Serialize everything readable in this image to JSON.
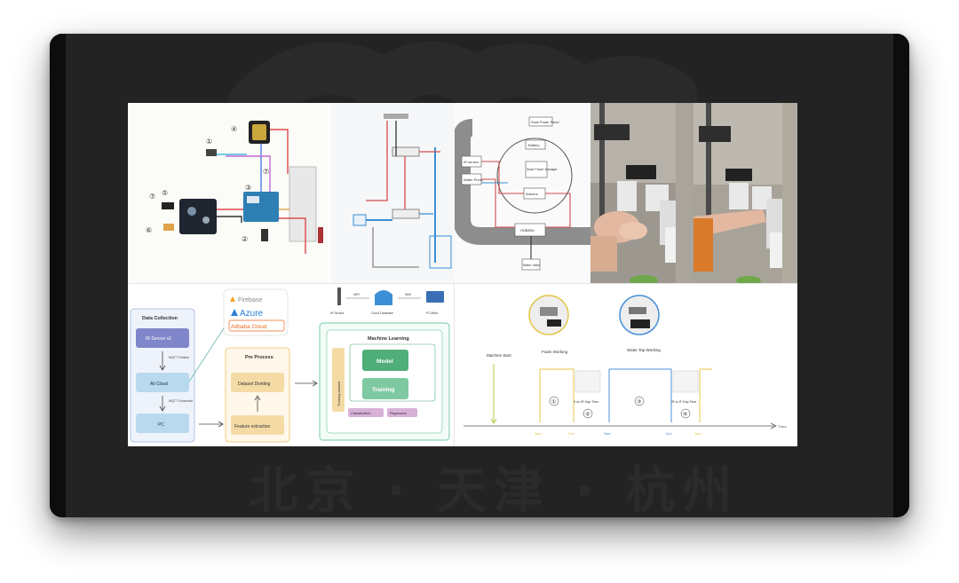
{
  "watermark": "北京 · 天津 · 杭州",
  "circuit": {
    "callouts": [
      "①",
      "②",
      "③",
      "④",
      "⑤",
      "⑥",
      "⑦",
      "⑦"
    ]
  },
  "block": {
    "labels": [
      "Solar Power Panel",
      "Battery",
      "Solar Power Manager",
      "IR sensor",
      "Water Pump",
      "Arduino",
      "Arduino",
      "Water Valve"
    ]
  },
  "cloud": {
    "services": [
      "Firebase",
      "Azure",
      "Alibaba Cloud"
    ]
  },
  "flow": {
    "data_collection": "Data Collection",
    "nodes": [
      "IR Sensor x2",
      "Ali Cloud",
      "PC"
    ],
    "arrows": [
      "MQTT Publish",
      "MQTT Subscribe"
    ],
    "preprocess": "Pre Process",
    "pre_nodes": [
      "Dataset Dividing",
      "Feature extraction"
    ],
    "ml_title": "Machine Learning",
    "training_dataset": "Training dataset",
    "model": "Model",
    "training": "Training",
    "tags": [
      "Classification",
      "Regression"
    ],
    "pipeline": [
      "IR Sensor",
      "Cloud Database",
      "PC/Web"
    ],
    "pipeline_links": [
      "WiFi",
      "Web"
    ]
  },
  "timing": {
    "labels": [
      "Machine Start",
      "Foam Working",
      "Water Tap Working"
    ],
    "gaps": [
      "If no IR Gap Time",
      "IR to IF Gap Time"
    ],
    "steps": [
      "①",
      "②",
      "③",
      "④"
    ],
    "ticks": [
      "Start",
      "End",
      "Start",
      "End",
      "Start"
    ],
    "axis": "T/sec"
  },
  "colors": {
    "screen": "#232323",
    "cloud_blue": "#2b7fd9",
    "firebase_orange": "#f4a020",
    "alibaba_orange": "#f06a20",
    "sensor_block": "#7f86c9",
    "cloud_block": "#b9d9ef",
    "pc_block": "#b9d9ef",
    "pre_block": "#f4dba6",
    "model_green": "#4fae79",
    "ml_border": "#8fd3b5",
    "timing_yellow": "#e4c64a",
    "timing_blue": "#4a90d9"
  }
}
